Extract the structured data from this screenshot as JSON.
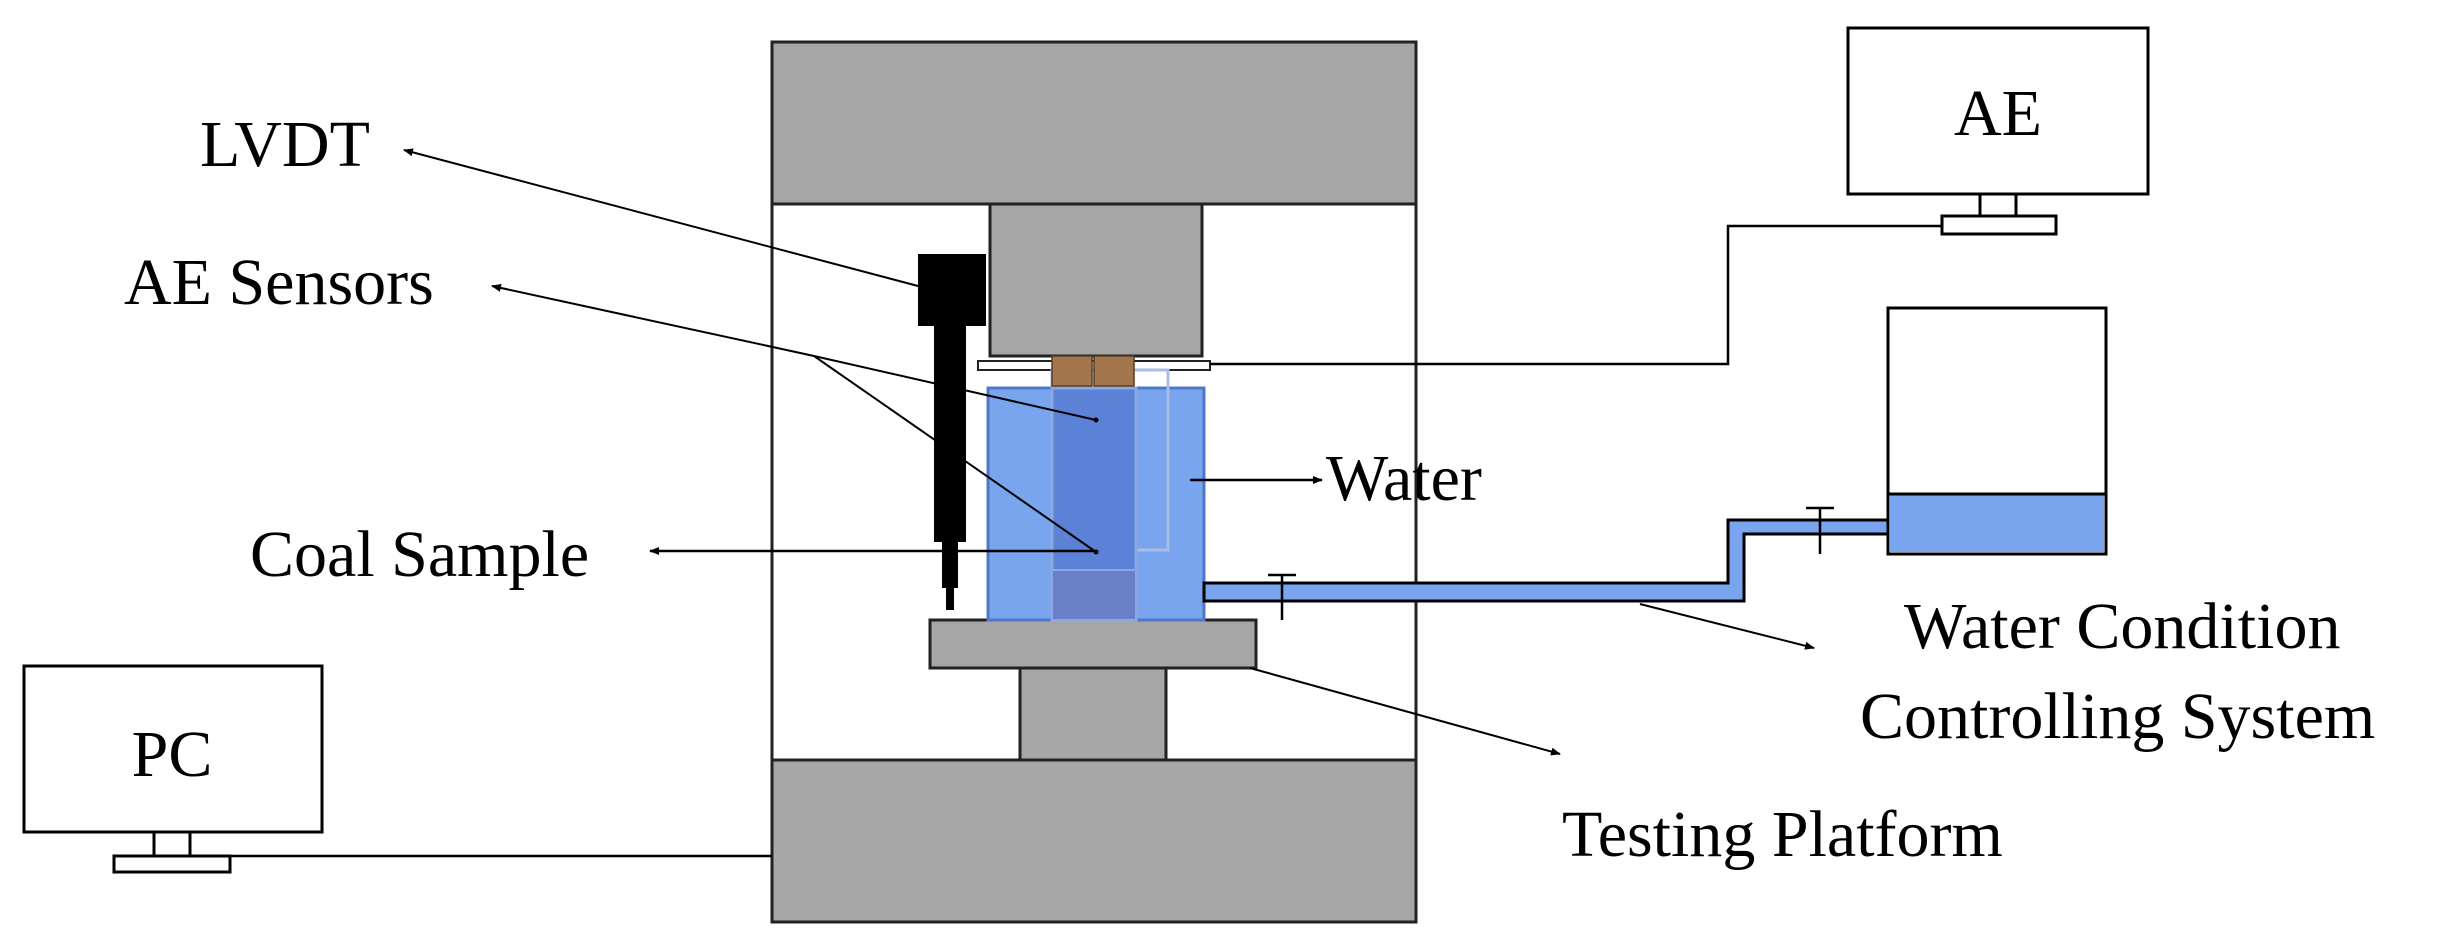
{
  "labels": {
    "lvdt": "LVDT",
    "ae_sensors": "AE Sensors",
    "coal_sample": "Coal Sample",
    "water": "Water",
    "testing_platform": "Testing Platform",
    "water_condition_line1": "Water Condition",
    "water_condition_line2": "Controlling System",
    "ae_monitor": "AE",
    "pc_monitor": "PC"
  },
  "colors": {
    "frame_fill": "#a6a6a6",
    "frame_stroke": "#222222",
    "water_fill": "#79a4ee",
    "water_stroke": "#4f78c8",
    "sample_fill": "#5b82d6",
    "sensor_fill": "#a4764e",
    "lvdt_fill": "#000000",
    "line": "#000000"
  },
  "icons": {
    "ae_monitor": "monitor-icon",
    "pc_monitor": "monitor-icon",
    "valve": "valve-icon"
  }
}
